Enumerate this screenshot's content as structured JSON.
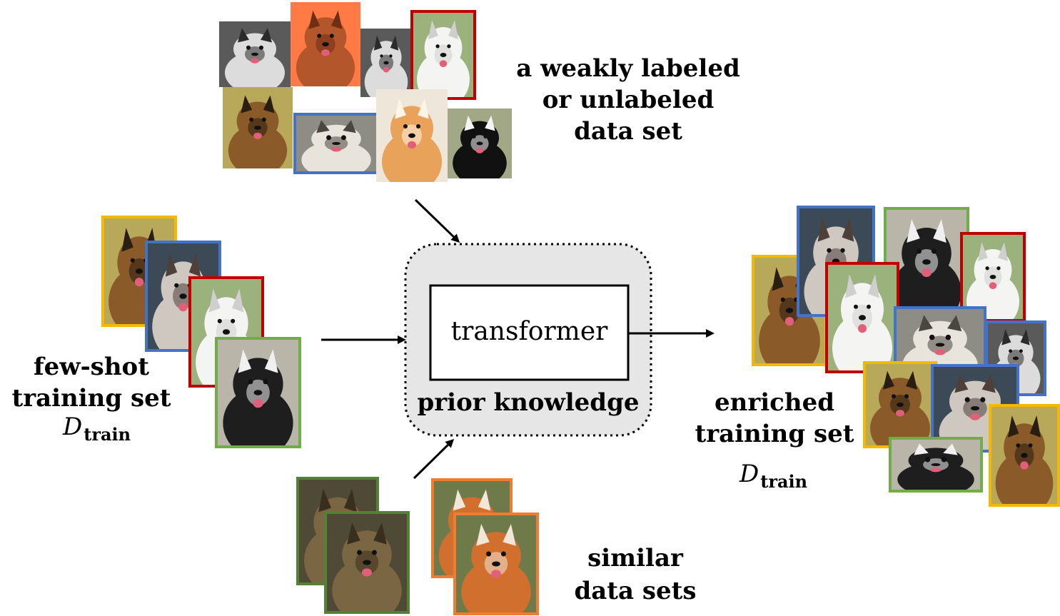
{
  "labels": {
    "unlabeled_line1": "a weakly labeled",
    "unlabeled_line2": "or unlabeled",
    "unlabeled_line3": "data set",
    "fewshot_line1": "few-shot",
    "fewshot_line2": "training set",
    "fewshot_math": "D",
    "fewshot_sub": "train",
    "enriched_line1": "enriched",
    "enriched_line2": "training set",
    "enriched_math": "D",
    "enriched_sub": "train",
    "similar_line1": "similar",
    "similar_line2": "data sets",
    "transformer": "transformer",
    "prior_knowledge": "prior knowledge"
  },
  "colors": {
    "yellow": "#f5b800",
    "blue": "#4472c4",
    "red": "#c00000",
    "green": "#70ad47",
    "dark_green": "#548235",
    "orange": "#ed7d31",
    "prior_box_fill": "#e6e6e6"
  },
  "groups": {
    "unlabeled": [
      {
        "subject": "husky",
        "border": "none"
      },
      {
        "subject": "poodle",
        "border": "none"
      },
      {
        "subject": "husky",
        "border": "none"
      },
      {
        "subject": "samoyed",
        "border": "red"
      },
      {
        "subject": "german-shepherd",
        "border": "none"
      },
      {
        "subject": "husky-puppy",
        "border": "blue"
      },
      {
        "subject": "shiba",
        "border": "none"
      },
      {
        "subject": "border-collie",
        "border": "none"
      }
    ],
    "few_shot": [
      {
        "subject": "german-shepherd",
        "border": "yellow"
      },
      {
        "subject": "malamute-puppy",
        "border": "blue"
      },
      {
        "subject": "samoyed",
        "border": "red"
      },
      {
        "subject": "malamute",
        "border": "green"
      }
    ],
    "similar": [
      {
        "subject": "wolf",
        "border": "dark_green"
      },
      {
        "subject": "wolf",
        "border": "dark_green"
      },
      {
        "subject": "fox",
        "border": "orange"
      },
      {
        "subject": "fox",
        "border": "orange"
      }
    ],
    "enriched": [
      {
        "subject": "german-shepherd",
        "border": "yellow"
      },
      {
        "subject": "malamute-puppy",
        "border": "blue"
      },
      {
        "subject": "malamute",
        "border": "green"
      },
      {
        "subject": "samoyed",
        "border": "red"
      },
      {
        "subject": "samoyed",
        "border": "red"
      },
      {
        "subject": "husky-puppy",
        "border": "blue"
      },
      {
        "subject": "husky",
        "border": "blue"
      },
      {
        "subject": "german-shepherd",
        "border": "yellow"
      },
      {
        "subject": "malamute-puppy",
        "border": "blue"
      },
      {
        "subject": "malamute",
        "border": "green"
      },
      {
        "subject": "german-shepherd",
        "border": "yellow"
      }
    ]
  }
}
